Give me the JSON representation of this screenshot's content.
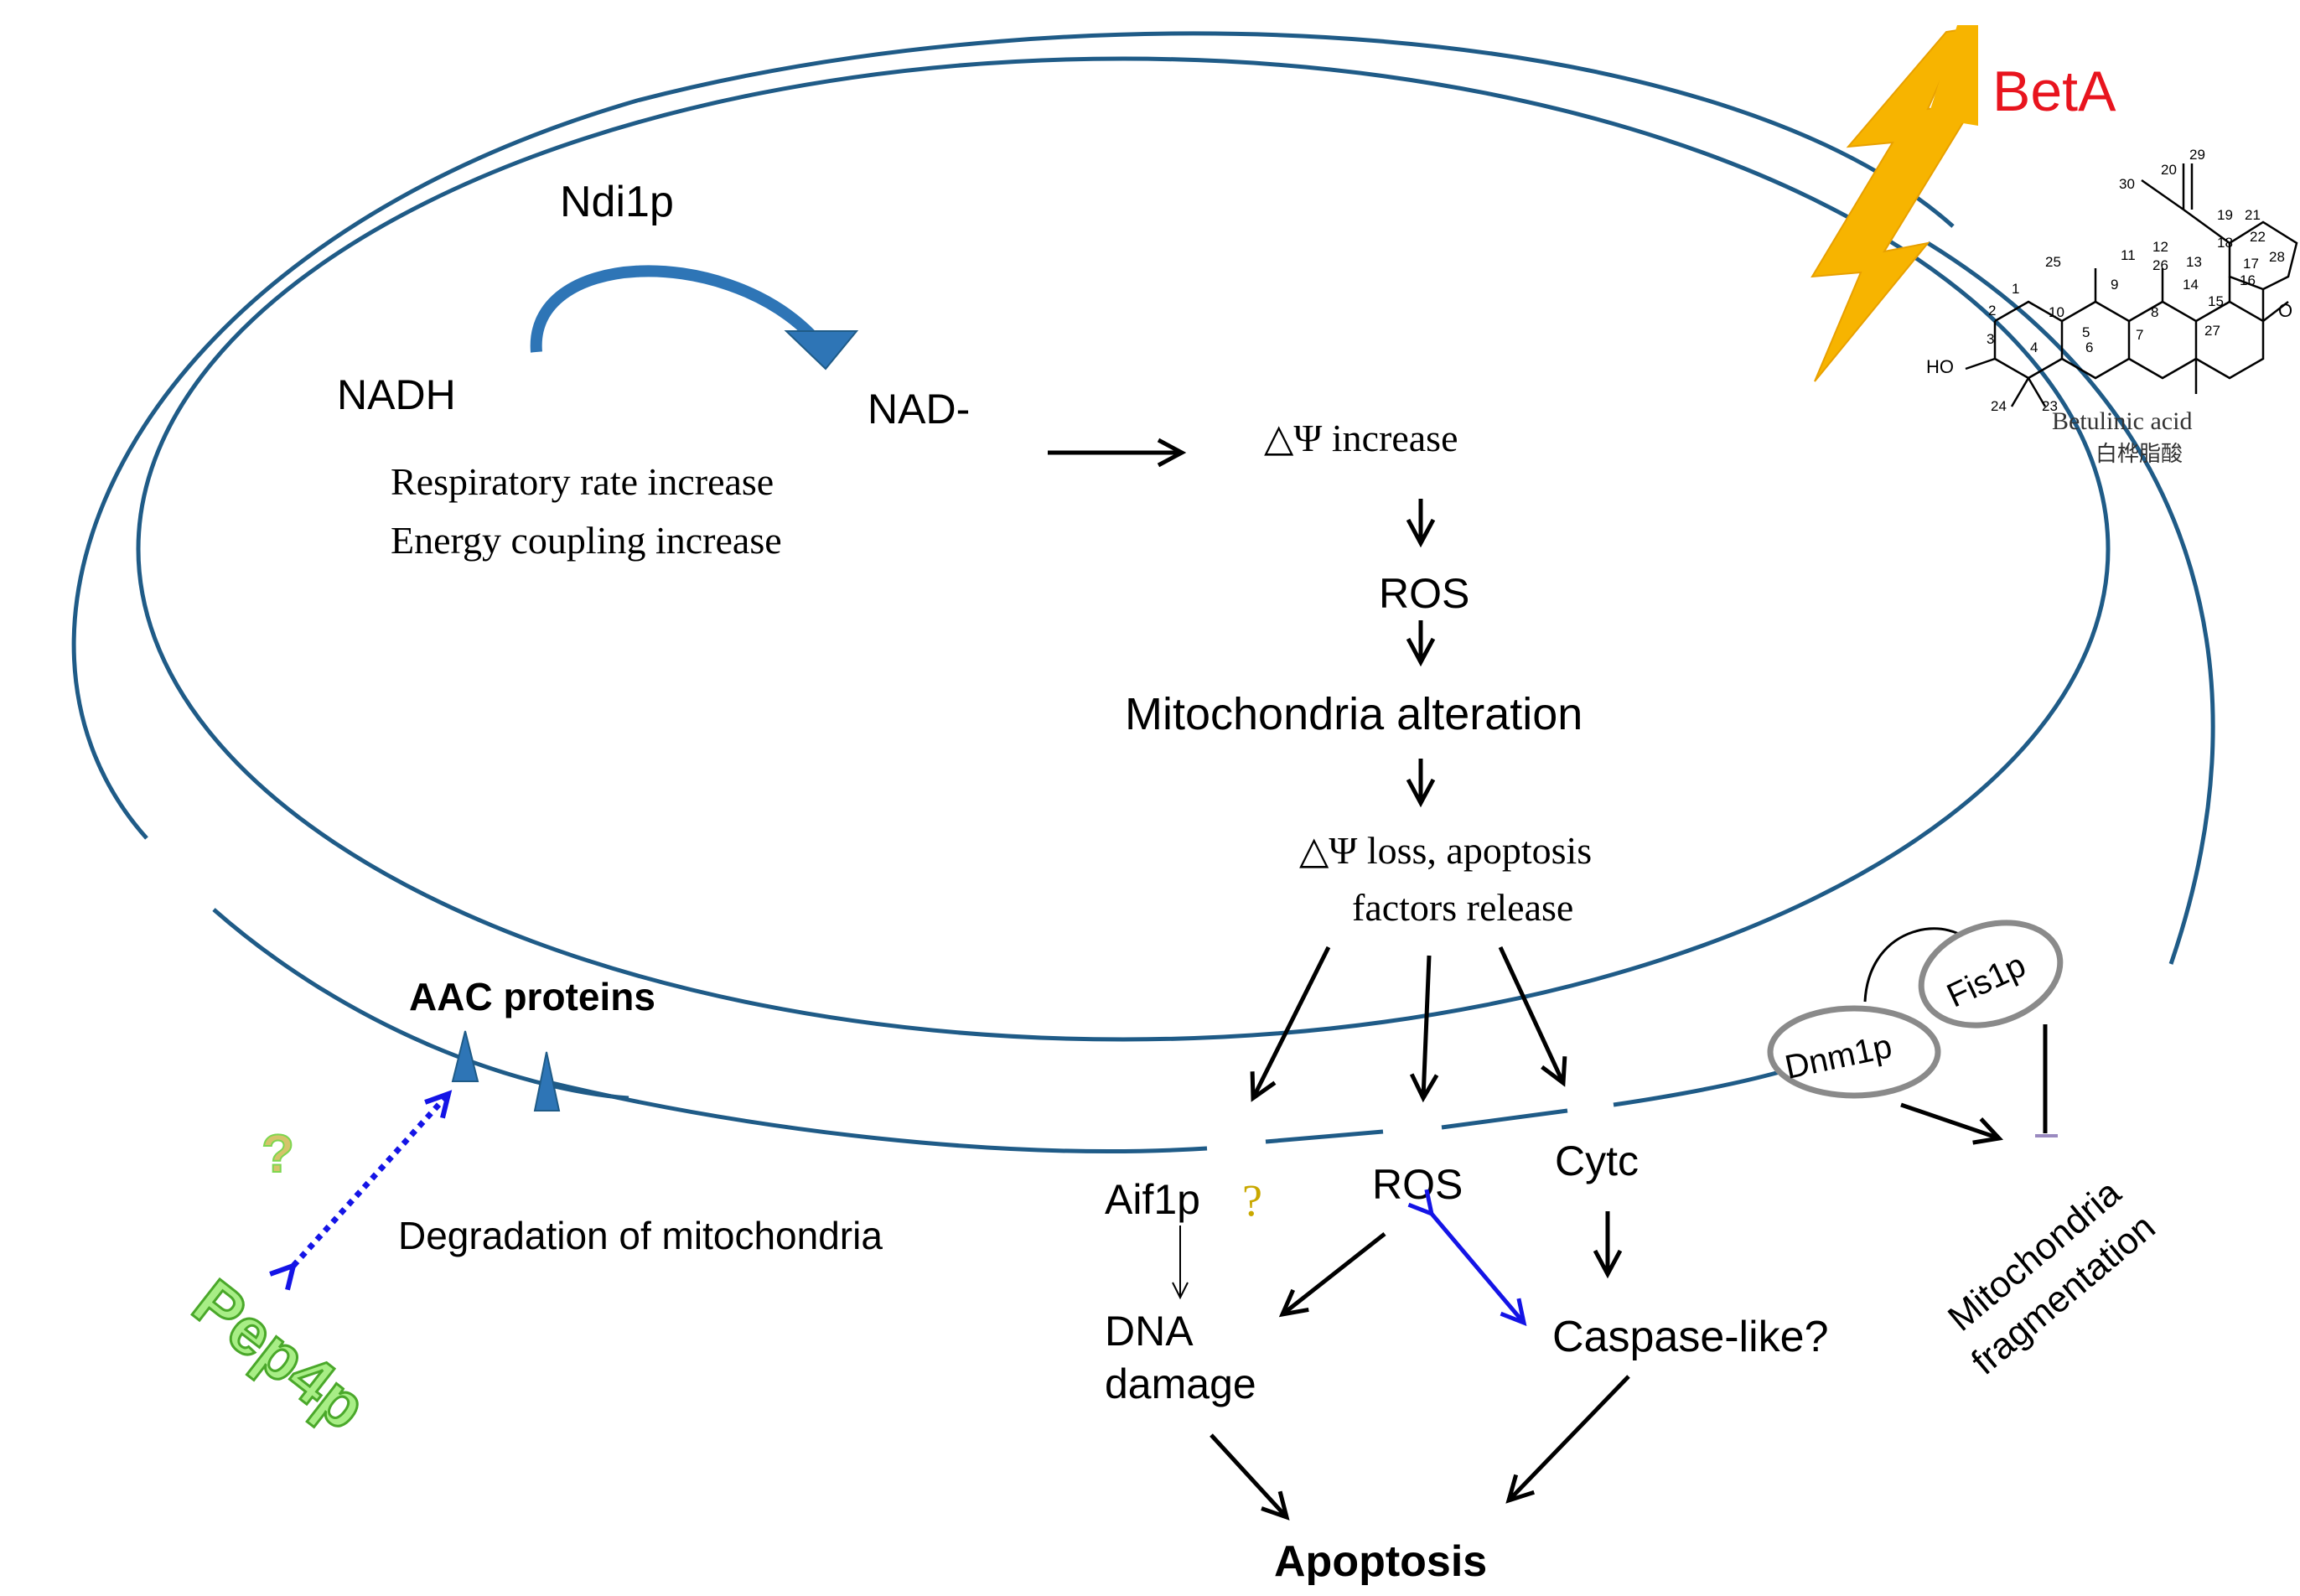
{
  "labels": {
    "beta": "BetA",
    "ndi1p": "Ndi1p",
    "nadh": "NADH",
    "nad": "NAD-",
    "resp_rate": "Respiratory rate increase",
    "energy_coupling": "Energy coupling increase",
    "dpsi_increase": "△Ψ increase",
    "ros_top": "ROS",
    "mito_alteration": "Mitochondria alteration",
    "dpsi_loss_1": "△Ψ loss, apoptosis",
    "dpsi_loss_2": "factors release",
    "aac": "AAC proteins",
    "degradation": "Degradation of mitochondria",
    "question_green": "?",
    "pep4p": "Pep4p",
    "aif1p": "Aif1p",
    "aif_question": "?",
    "ros_bottom": "ROS",
    "cytc": "Cytc",
    "dna_1": "DNA",
    "dna_2": "damage",
    "caspase": "Caspase-like?",
    "apoptosis": "Apoptosis",
    "dnm1p": "Dnm1p",
    "fis1p": "Fis1p",
    "frag_1": "Mitochondria",
    "frag_2": "fragmentation"
  },
  "molecule": {
    "name": "Betulinic acid",
    "name_cn": "白桦脂酸",
    "atom_numbers": [
      "29",
      "20",
      "30",
      "19",
      "21",
      "22",
      "18",
      "17",
      "28",
      "OH",
      "12",
      "13",
      "26",
      "11",
      "9",
      "25",
      "8",
      "14",
      "16",
      "15",
      "27",
      "1",
      "10",
      "2",
      "5",
      "7",
      "3",
      "4",
      "6",
      "HO",
      "24",
      "23",
      "O"
    ]
  },
  "colors": {
    "membrane": "#1f5b87",
    "lightning": "#f7b400",
    "beta_text": "#e8141e",
    "blue_arrow": "#1414e6",
    "pep4p_green": "#7dd64f",
    "ellipse_gray": "#8a8a8a",
    "triangle_blue": "#2e75b6"
  },
  "icons": [
    "lightning-bolt-icon",
    "curved-arrow-icon",
    "membrane-triangle-icon"
  ]
}
